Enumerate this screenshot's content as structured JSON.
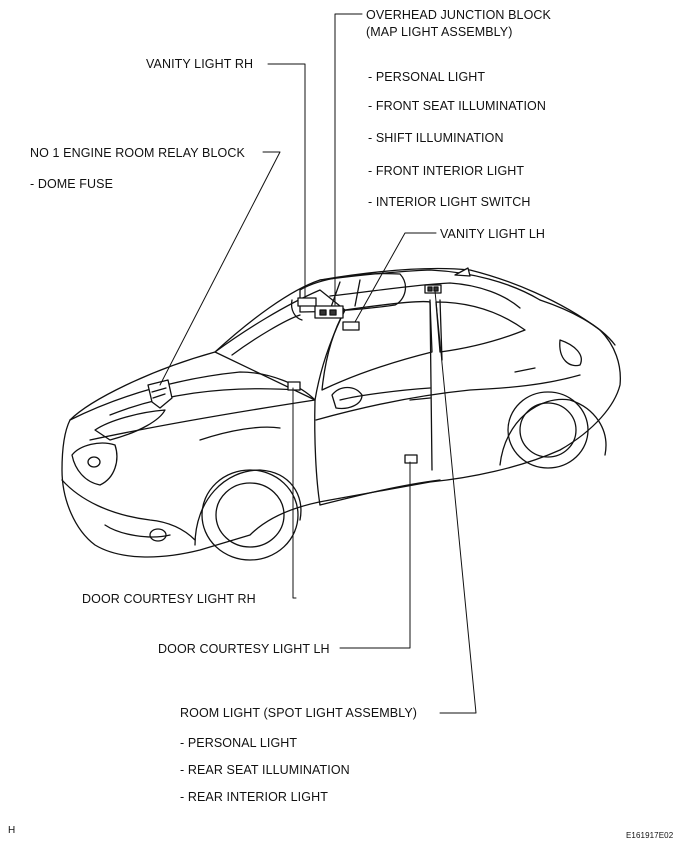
{
  "overhead": {
    "title": "OVERHEAD JUNCTION BLOCK",
    "subtitle": "(MAP LIGHT ASSEMBLY)",
    "items": [
      "- PERSONAL LIGHT",
      "- FRONT SEAT ILLUMINATION",
      "- SHIFT ILLUMINATION",
      "- FRONT INTERIOR LIGHT",
      "- INTERIOR LIGHT SWITCH"
    ]
  },
  "vanity_rh": "VANITY LIGHT RH",
  "vanity_lh": "VANITY LIGHT LH",
  "relay": {
    "title": "NO  1 ENGINE ROOM RELAY BLOCK",
    "item": "- DOME FUSE"
  },
  "door_rh": "DOOR COURTESY LIGHT RH",
  "door_lh": "DOOR COURTESY LIGHT LH",
  "room": {
    "title": "ROOM LIGHT  (SPOT LIGHT ASSEMBLY)",
    "items": [
      "- PERSONAL LIGHT",
      "- REAR SEAT ILLUMINATION",
      "- REAR INTERIOR LIGHT"
    ]
  },
  "footer": {
    "left": "H",
    "right": "E161917E02"
  }
}
